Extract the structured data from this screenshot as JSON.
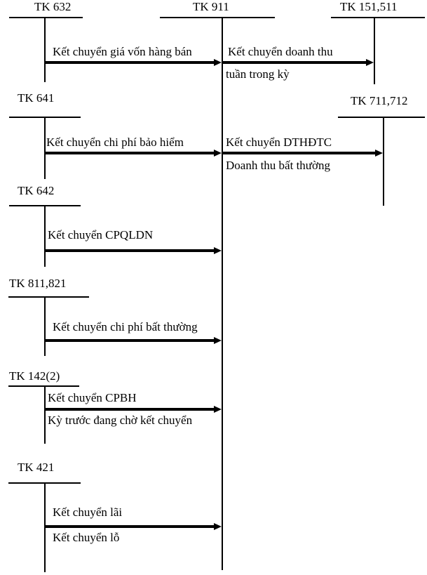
{
  "diagram": {
    "description": "T-account closing-entry flow diagram into account TK 911",
    "colors": {
      "background": "#ffffff",
      "line": "#000000",
      "text": "#000000"
    },
    "accounts": [
      {
        "label": "TK 632"
      },
      {
        "label": "TK 911"
      },
      {
        "label": "TK 151,511"
      },
      {
        "label": "TK 641"
      },
      {
        "label": "TK 711,712"
      },
      {
        "label": "TK 642"
      },
      {
        "label": "TK 811,821"
      },
      {
        "label": "TK 142(2)"
      },
      {
        "label": "TK 421"
      }
    ],
    "flows": [
      {
        "label": "Kết chuyển giá vốn hàng bán"
      },
      {
        "label": "Kết chuyển doanh thu",
        "sublabel": "tuần trong kỳ"
      },
      {
        "label": "Kết chuyển chi phí bảo hiểm"
      },
      {
        "label": "Kết chuyển DTHĐTC",
        "sublabel": "Doanh thu bất thường"
      },
      {
        "label": "Kết chuyển CPQLDN"
      },
      {
        "label": "Kết chuyển chi phí bất thường"
      },
      {
        "label": "Kết chuyển CPBH",
        "sublabel": "Kỳ trước đang chờ kết chuyển"
      },
      {
        "label": "Kết chuyển lãi",
        "sublabel": "Kết chuyển lỗ"
      }
    ]
  }
}
